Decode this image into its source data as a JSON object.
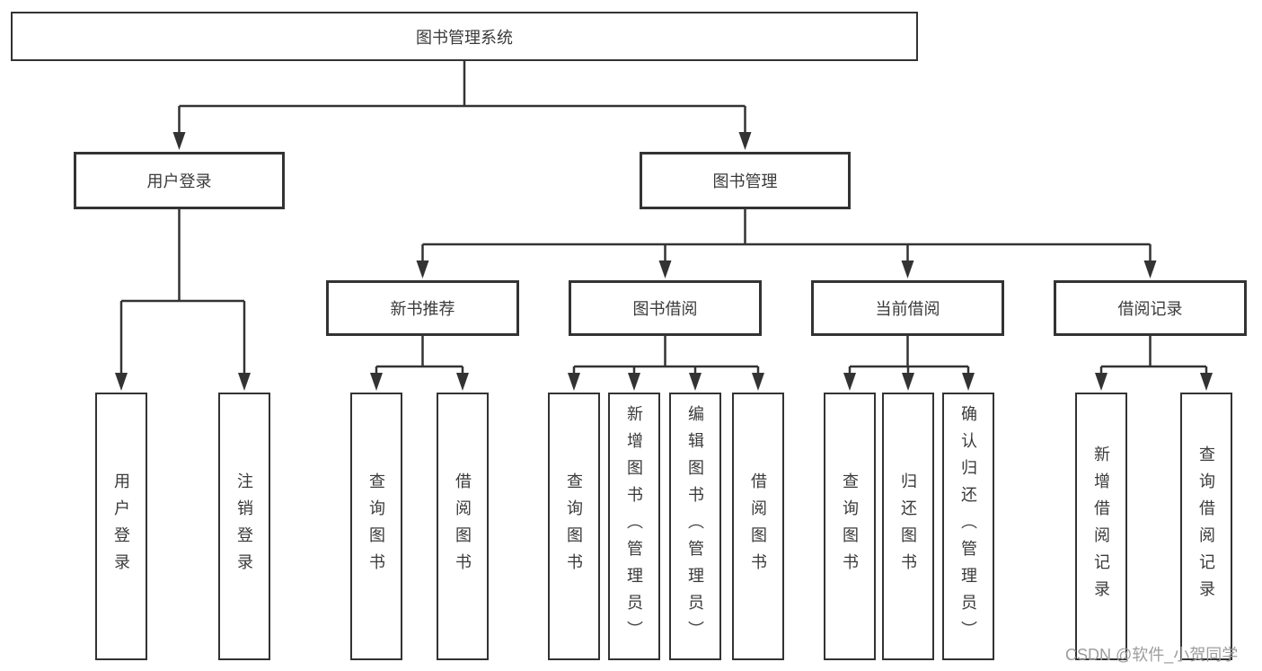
{
  "colors": {
    "background": "#ffffff",
    "line": "#333333",
    "text": "#3a3a3a",
    "watermark": "#9c9c9c"
  },
  "watermark": {
    "text": "CSDN @软件_小贺同学"
  },
  "diagram": {
    "type": "tree",
    "root": {
      "label": "图书管理系统"
    },
    "level2": [
      {
        "label": "用户登录",
        "parent": "图书管理系统"
      },
      {
        "label": "图书管理",
        "parent": "图书管理系统"
      }
    ],
    "level3": [
      {
        "label": "新书推荐",
        "parent": "图书管理"
      },
      {
        "label": "图书借阅",
        "parent": "图书管理"
      },
      {
        "label": "当前借阅",
        "parent": "图书管理"
      },
      {
        "label": "借阅记录",
        "parent": "图书管理"
      }
    ],
    "leaves": [
      {
        "label": "用户登录",
        "parent": "用户登录"
      },
      {
        "label": "注销登录",
        "parent": "用户登录"
      },
      {
        "label": "查询图书",
        "parent": "新书推荐"
      },
      {
        "label": "借阅图书",
        "parent": "新书推荐"
      },
      {
        "label": "查询图书",
        "parent": "图书借阅"
      },
      {
        "label": "新增图书（管理员）",
        "parent": "图书借阅"
      },
      {
        "label": "编辑图书（管理员）",
        "parent": "图书借阅"
      },
      {
        "label": "借阅图书",
        "parent": "图书借阅"
      },
      {
        "label": "查询图书",
        "parent": "当前借阅"
      },
      {
        "label": "归还图书",
        "parent": "当前借阅"
      },
      {
        "label": "确认归还（管理员）",
        "parent": "当前借阅"
      },
      {
        "label": "新增借阅记录",
        "parent": "借阅记录"
      },
      {
        "label": "查询借阅记录",
        "parent": "借阅记录"
      }
    ]
  }
}
